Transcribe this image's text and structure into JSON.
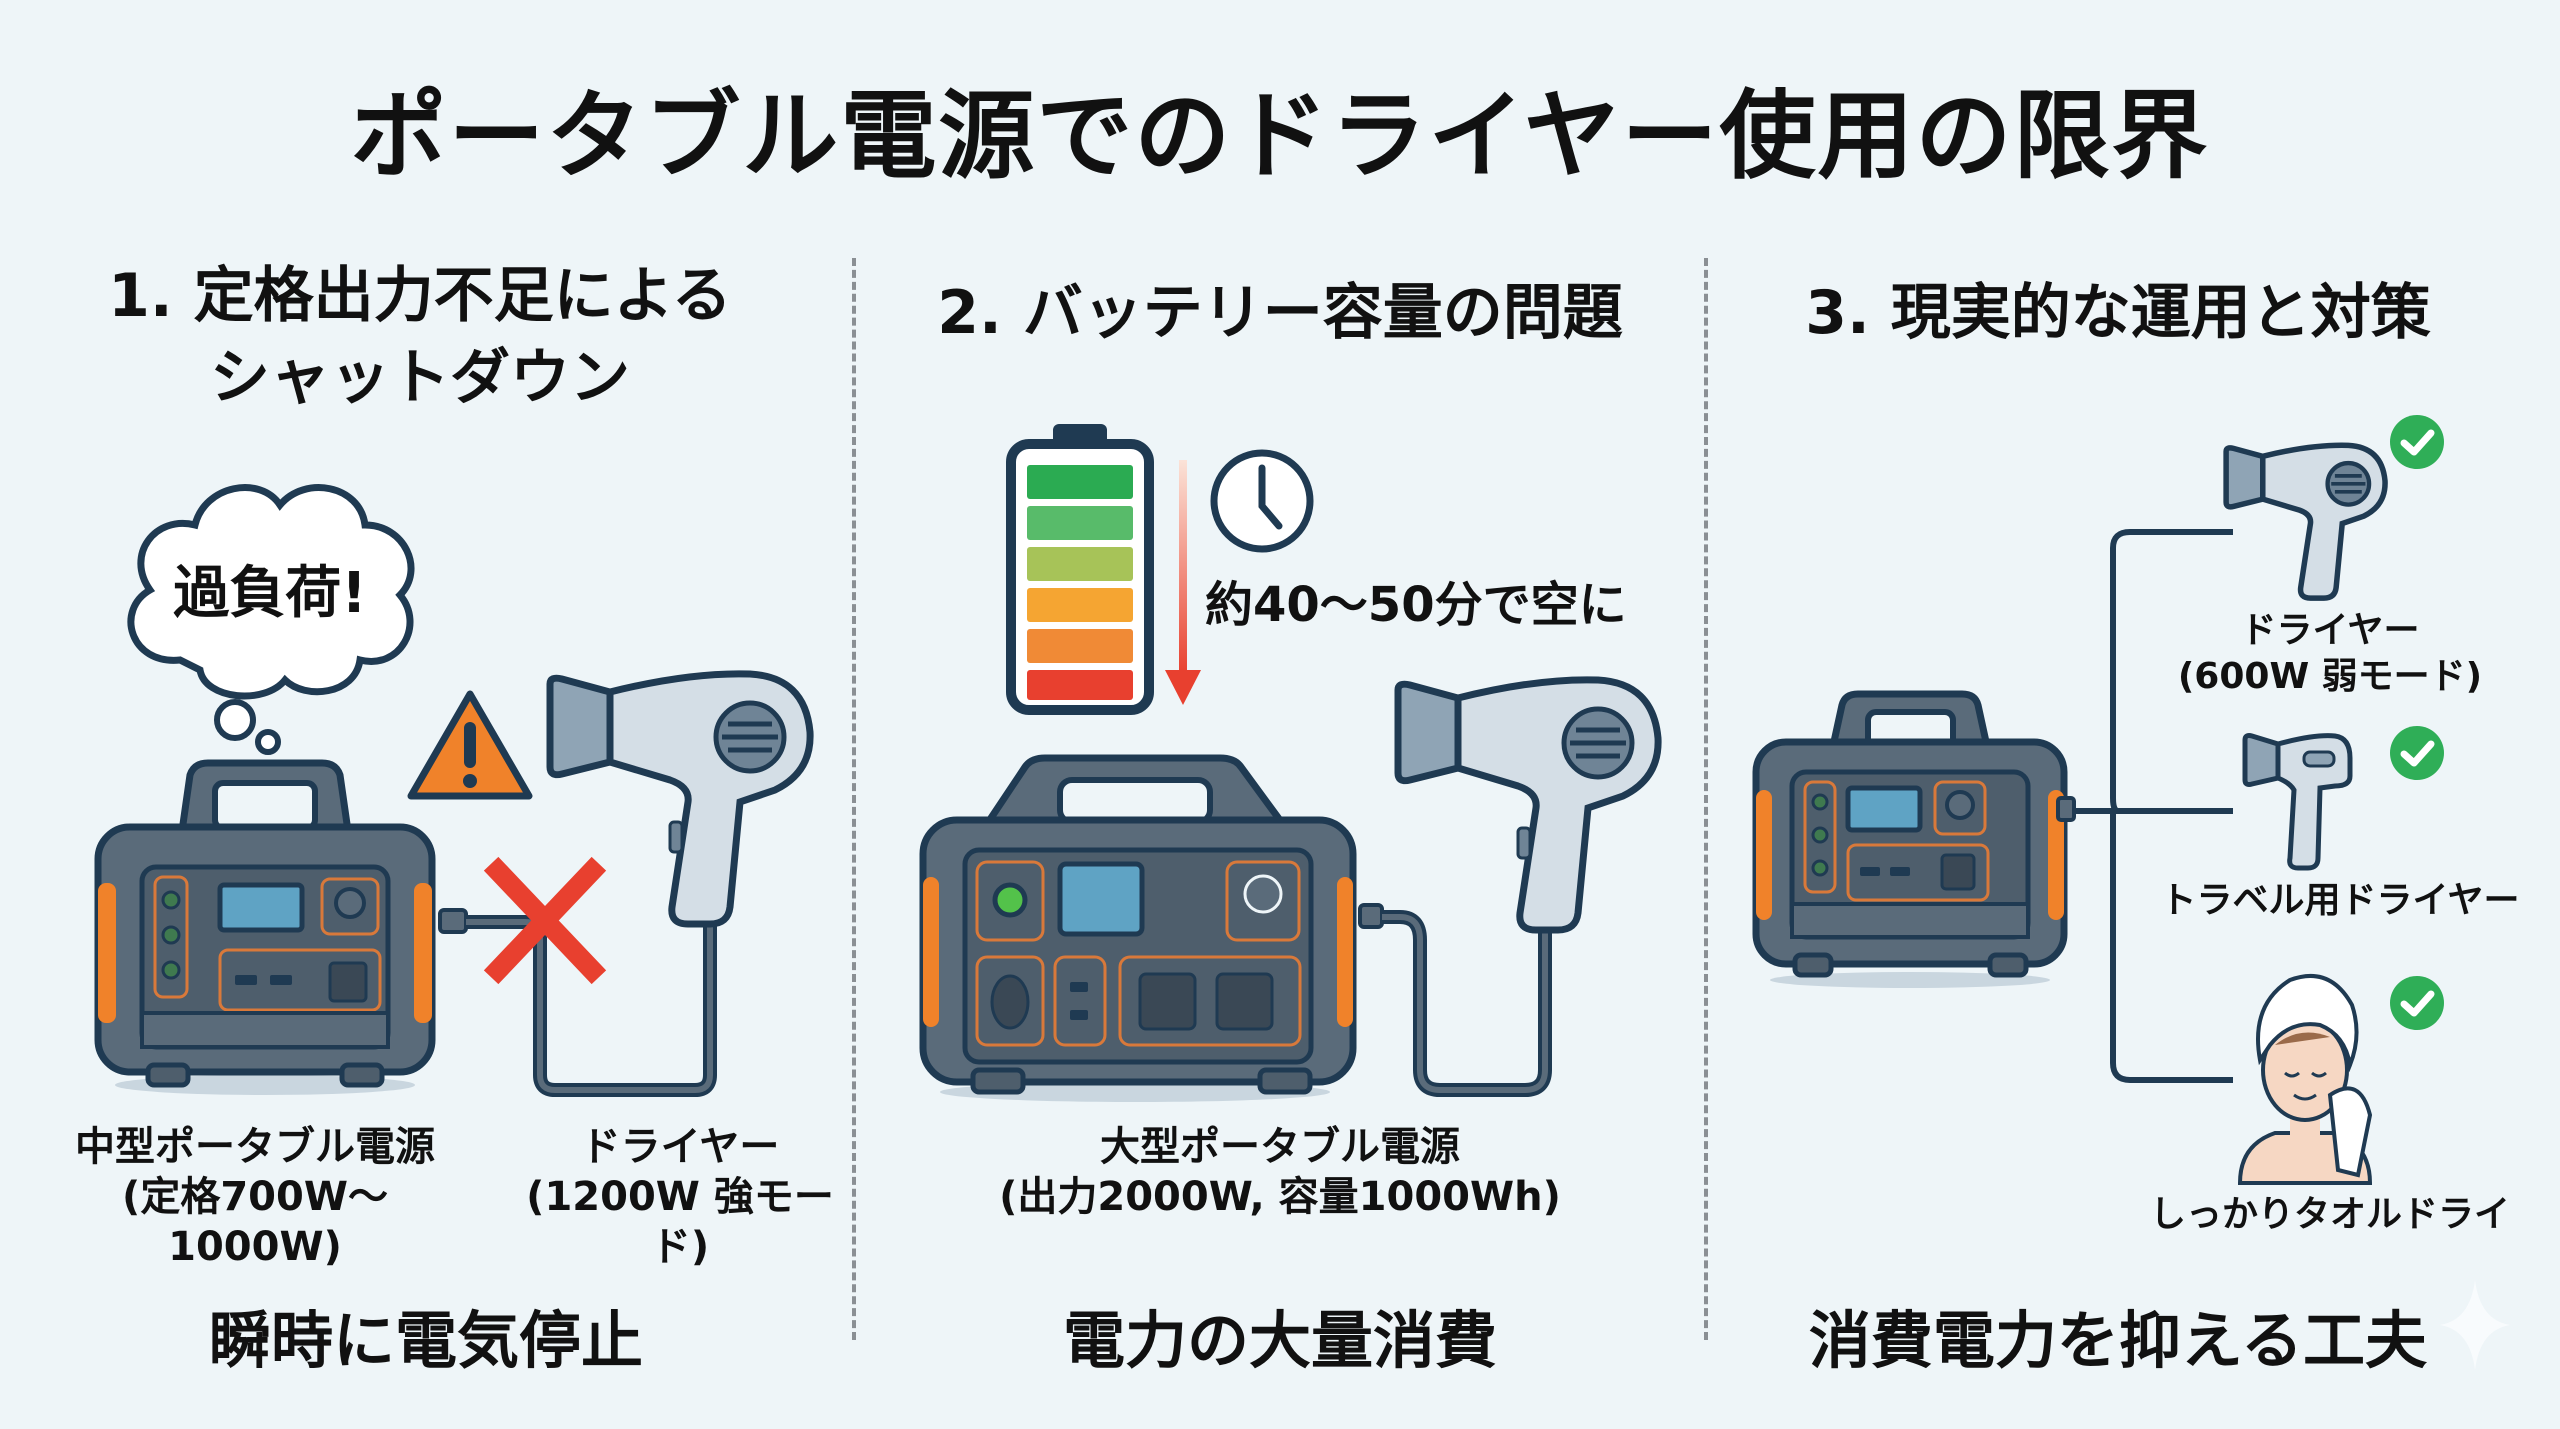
{
  "title": "ポータブル電源でのドライヤー使用の限界",
  "colors": {
    "background": "#eef5f8",
    "outline": "#1f3a52",
    "device_body": "#5a6b7a",
    "accent_orange": "#f0822a",
    "danger_red": "#e8402f",
    "check_green": "#2fae57",
    "divider": "#8a8f94"
  },
  "sections": [
    {
      "title_line1": "1. 定格出力不足による",
      "title_line2": "シャットダウン",
      "bubble_text": "過負荷!",
      "icons": [
        "thought-bubble-icon",
        "warning-triangle-icon",
        "red-x-icon",
        "power-station-icon",
        "hair-dryer-icon"
      ],
      "device_label": "中型ポータブル電源",
      "device_spec": "(定格700W～1000W)",
      "dryer_label": "ドライヤー",
      "dryer_spec": "(1200W 強モード)",
      "conclusion": "瞬時に電気停止"
    },
    {
      "title": "2. バッテリー容量の問題",
      "battery_levels": [
        "#2bab52",
        "#58bb6a",
        "#a7c358",
        "#f5a532",
        "#f08a36",
        "#e8402f"
      ],
      "drain_text": "約40～50分で空に",
      "icons": [
        "battery-icon",
        "clock-icon",
        "down-arrow-icon",
        "power-station-icon",
        "hair-dryer-icon"
      ],
      "device_label": "大型ポータブル電源",
      "device_spec": "(出力2000W, 容量1000Wh)",
      "conclusion": "電力の大量消費"
    },
    {
      "title": "3. 現実的な運用と対策",
      "options": [
        {
          "label": "ドライヤー",
          "sub": "(600W 弱モード)",
          "icon": "hair-dryer-icon",
          "status": "check"
        },
        {
          "label": "トラベル用ドライヤー",
          "sub": "",
          "icon": "travel-dryer-icon",
          "status": "check"
        },
        {
          "label": "しっかりタオルドライ",
          "sub": "",
          "icon": "towel-dry-person-icon",
          "status": "check"
        }
      ],
      "conclusion": "消費電力を抑える工夫"
    }
  ]
}
